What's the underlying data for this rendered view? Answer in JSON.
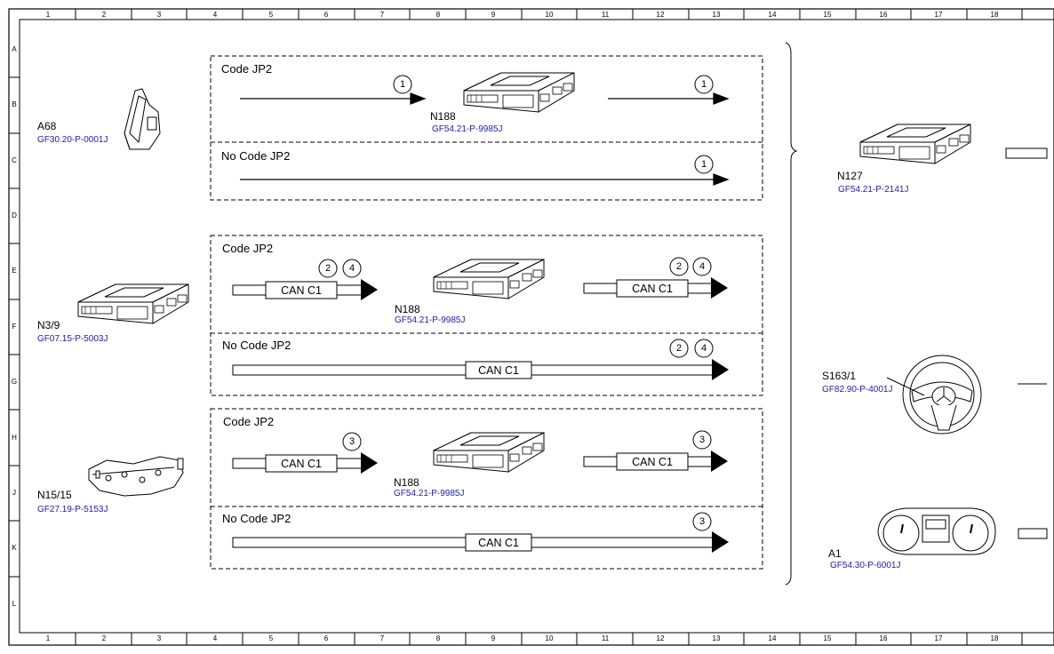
{
  "grid": {
    "columns": [
      "1",
      "2",
      "3",
      "4",
      "5",
      "6",
      "7",
      "8",
      "9",
      "10",
      "11",
      "12",
      "13",
      "14",
      "15",
      "16",
      "17",
      "18"
    ],
    "rows": [
      "A",
      "B",
      "C",
      "D",
      "E",
      "F",
      "G",
      "H",
      "J",
      "K",
      "L"
    ]
  },
  "components": {
    "a68": {
      "label": "A68",
      "ref": "GF30.20-P-0001J"
    },
    "n3_9": {
      "label": "N3/9",
      "ref": "GF07.15-P-5003J"
    },
    "n15_15": {
      "label": "N15/15",
      "ref": "GF27.19-P-5153J"
    },
    "n188_1": {
      "label": "N188",
      "ref": "GF54.21-P-9985J"
    },
    "n188_2": {
      "label": "N188",
      "ref": "GF54.21-P-9985J"
    },
    "n188_3": {
      "label": "N188",
      "ref": "GF54.21-P-9985J"
    },
    "n127": {
      "label": "N127",
      "ref": "GF54.21-P-2141J"
    },
    "s163_1": {
      "label": "S163/1",
      "ref": "GF82.90-P-4001J"
    },
    "a1": {
      "label": "A1",
      "ref": "GF54.30-P-6001J"
    }
  },
  "groups": {
    "g1": {
      "code": "Code JP2",
      "nocode": "No Code JP2"
    },
    "g2": {
      "code": "Code JP2",
      "nocode": "No Code JP2"
    },
    "g3": {
      "code": "Code JP2",
      "nocode": "No Code JP2"
    }
  },
  "bus_label": "CAN C1",
  "markers": {
    "m1": "1",
    "m2": "2",
    "m3": "3",
    "m4": "4"
  }
}
